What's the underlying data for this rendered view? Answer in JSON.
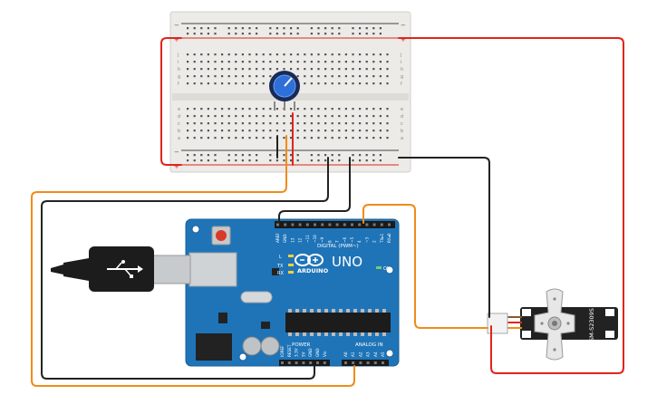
{
  "breadboard": {
    "rail_plus": "+",
    "rail_minus": "−",
    "row_letters_top": [
      "j",
      "i",
      "h",
      "g",
      "f"
    ],
    "row_letters_bottom": [
      "e",
      "d",
      "c",
      "b",
      "a"
    ],
    "column_count": 30
  },
  "potentiometer": {
    "label": ""
  },
  "arduino": {
    "brand": "ARDUINO",
    "model": "UNO",
    "digital_header_label": "DIGITAL (PWM~)",
    "digital_pins": [
      "AREF",
      "GND",
      "13",
      "12",
      "~11",
      "~10",
      "~9",
      "8",
      "7",
      "~6",
      "~5",
      "4",
      "~3",
      "2",
      "TX▸1",
      "RX◂0"
    ],
    "power_label": "POWER",
    "power_pins": [
      "IOREF",
      "RESET",
      "3.3V",
      "5V",
      "GND",
      "GND",
      "Vin"
    ],
    "analog_label": "ANALOG IN",
    "analog_pins": [
      "A0",
      "A1",
      "A2",
      "A3",
      "A4",
      "A5"
    ],
    "led_labels": [
      "L",
      "TX",
      "RX",
      "ON"
    ]
  },
  "servo": {
    "model": "SM-S2309S"
  },
  "wire_colors": {
    "red": "#e0251b",
    "orange": "#f08c1a",
    "black": "#222222"
  }
}
